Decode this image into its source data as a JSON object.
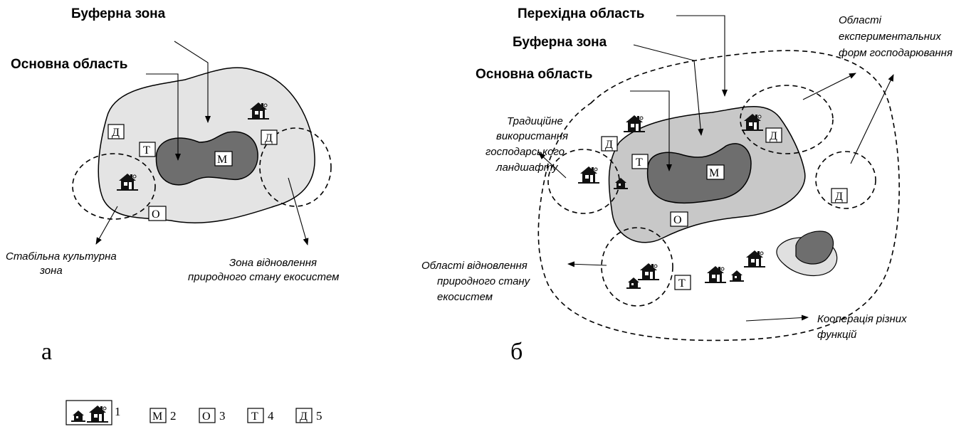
{
  "panel_a": {
    "buffer_label": "Буферна зона",
    "core_label": "Основна область",
    "stable_zone": [
      "Стабільна культурна",
      "зона"
    ],
    "restore_zone": [
      "Зона відновлення",
      "природного стану екосистем"
    ],
    "panel_letter": "а"
  },
  "panel_b": {
    "transition_label": "Перехідна область",
    "buffer_label": "Буферна зона",
    "core_label": "Основна область",
    "traditional": [
      "Традиційне",
      "використання",
      "господарського",
      "ландшафту"
    ],
    "experimental": [
      "Області",
      "експериментальних",
      "форм  господарювання"
    ],
    "restore": [
      "Області відновлення",
      "природного стану",
      "екосистем"
    ],
    "cooperation": [
      "Кооперація різних",
      "функцій"
    ],
    "panel_letter": "б"
  },
  "codes": {
    "M": "М",
    "O": "О",
    "T": "Т",
    "D": "Д"
  },
  "legend": {
    "items": [
      {
        "num": "1"
      },
      {
        "code": "М",
        "num": "2"
      },
      {
        "code": "О",
        "num": "3"
      },
      {
        "code": "Т",
        "num": "4"
      },
      {
        "code": "Д",
        "num": "5"
      }
    ]
  },
  "colors": {
    "core_fill": "#6e6e6e",
    "buffer_fill_a": "#e4e4e4",
    "buffer_fill_b": "#c8c8c8",
    "small_outer_fill": "#e0e0e0"
  }
}
